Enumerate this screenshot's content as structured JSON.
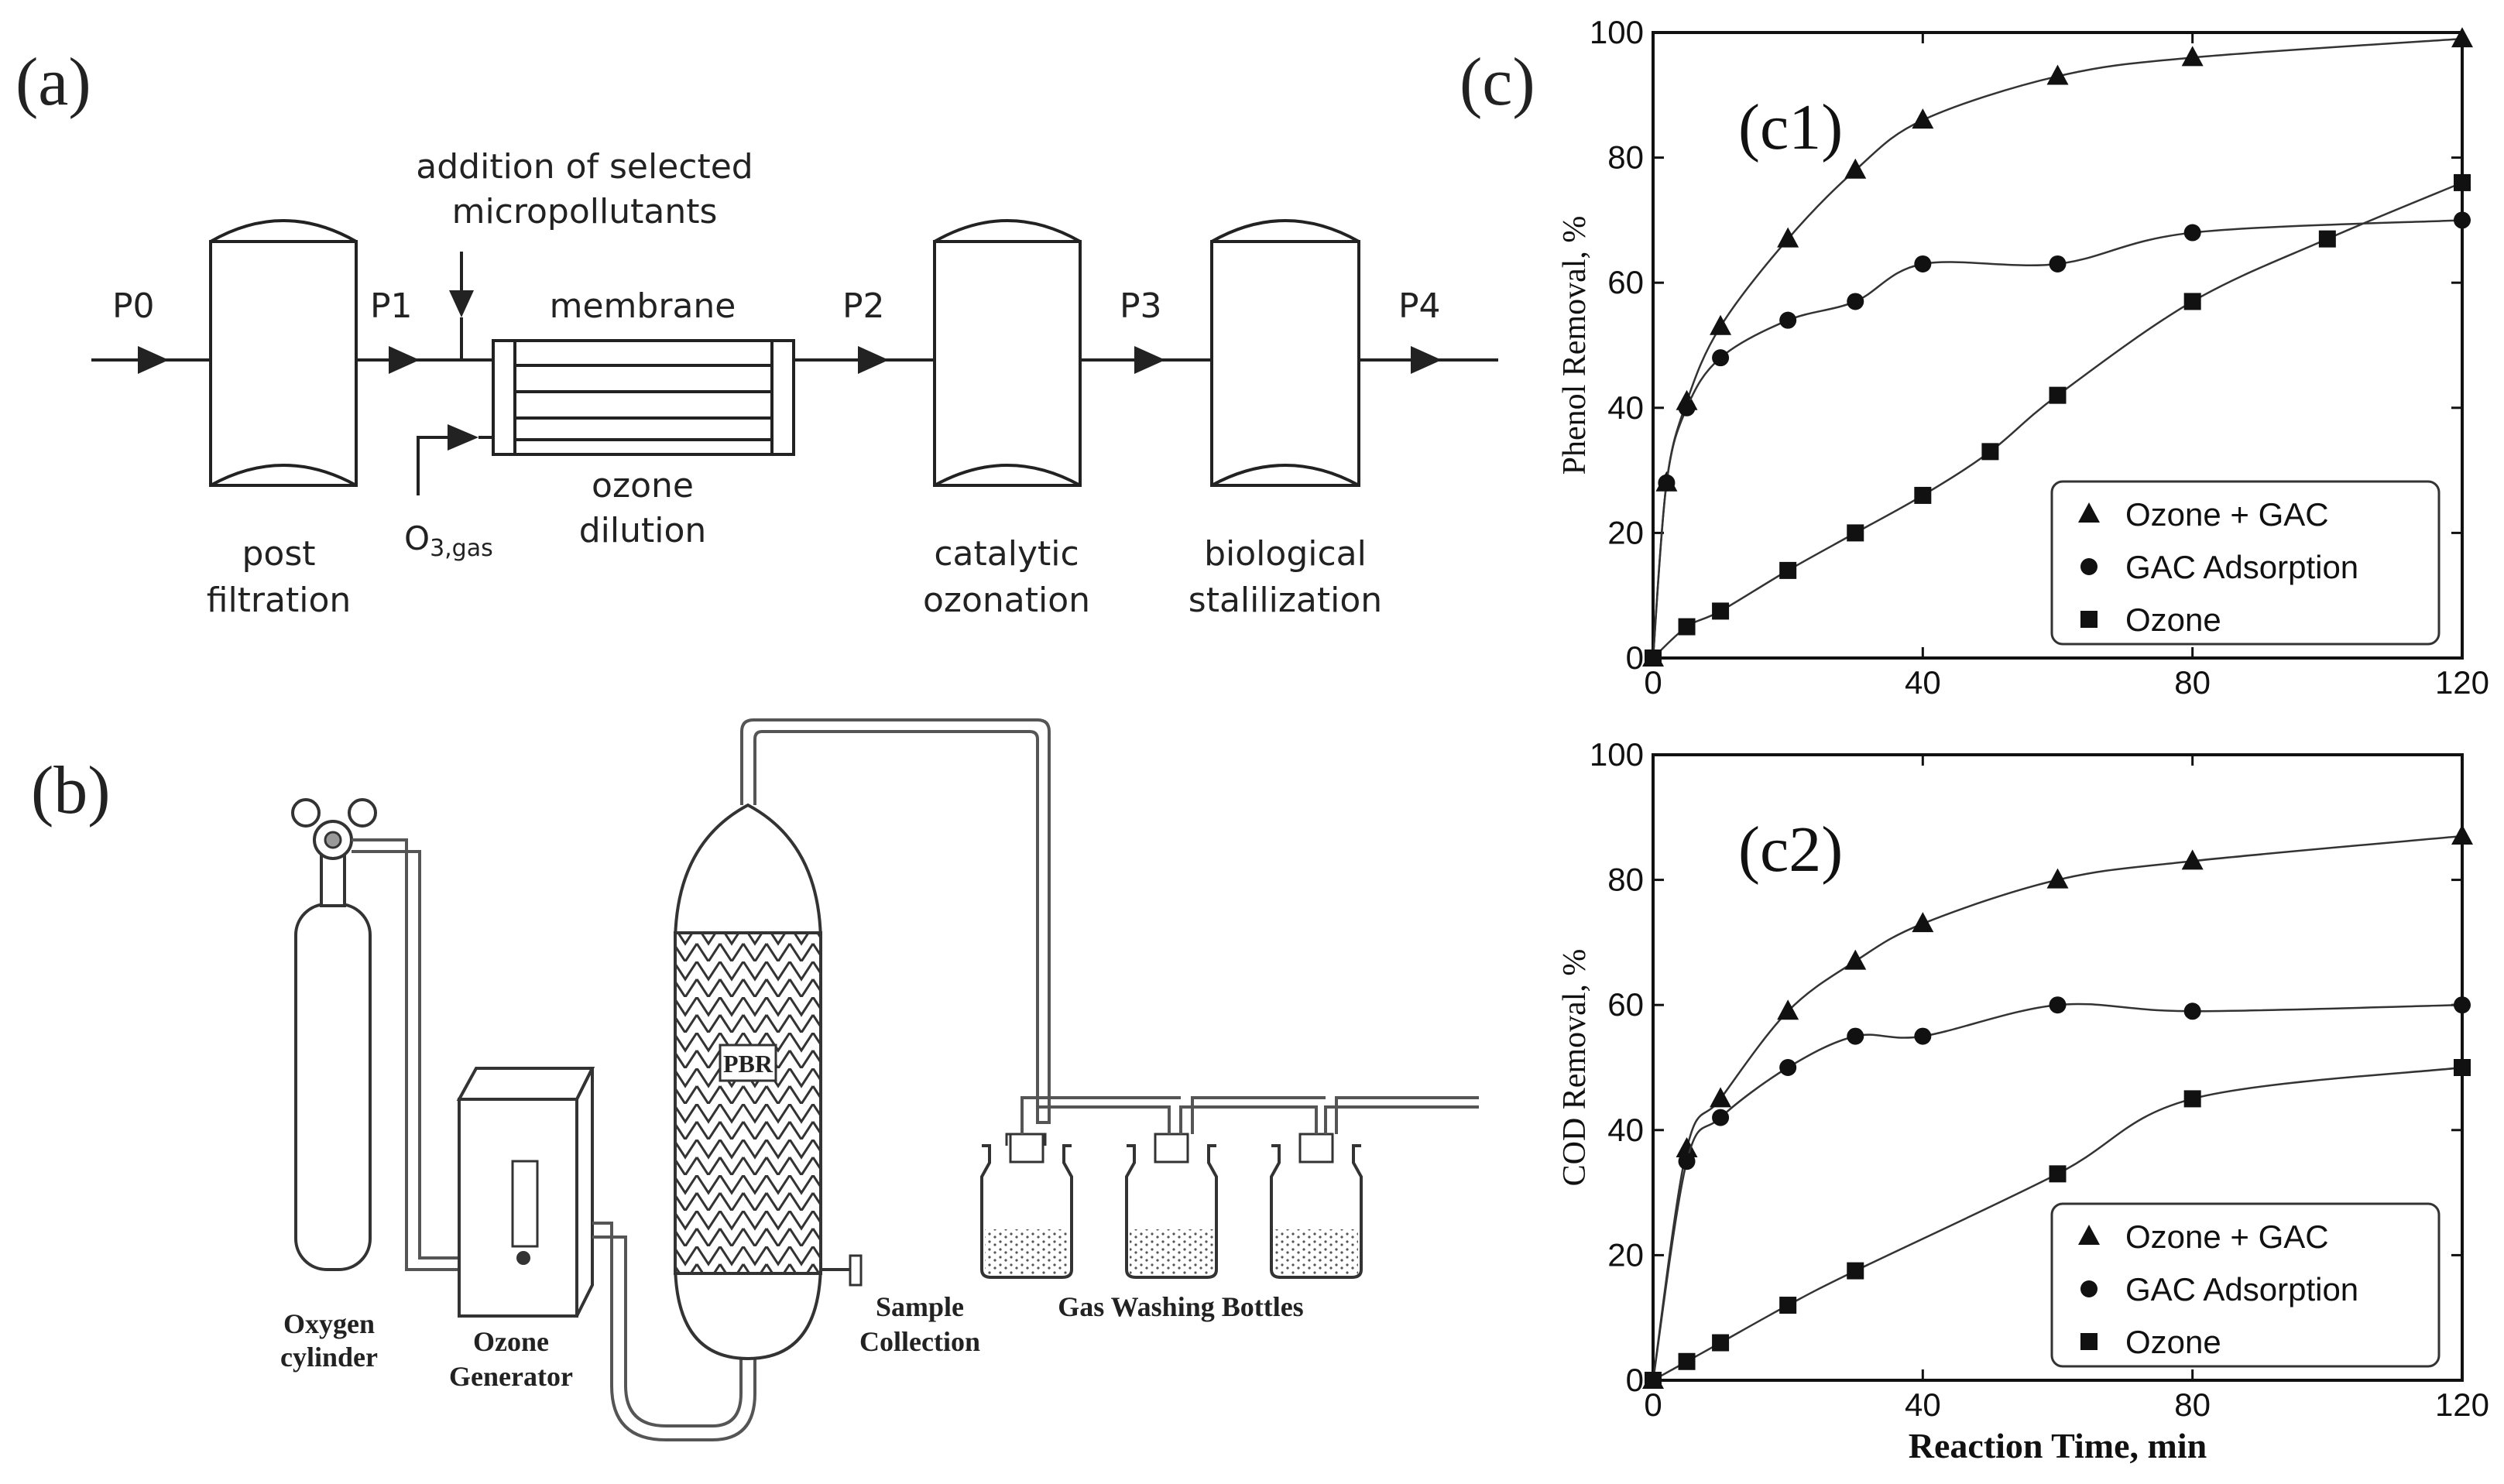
{
  "panel_a": {
    "label": "(a)",
    "points": [
      "P0",
      "P1",
      "P2",
      "P3",
      "P4"
    ],
    "addition_line1": "addition of selected",
    "addition_line2": "micropollutants",
    "membrane": "membrane",
    "ozone_dilution_1": "ozone",
    "ozone_dilution_2": "dilution",
    "o3_main": "O",
    "o3_sub": "3,gas",
    "post_filtration_1": "post",
    "post_filtration_2": "filtration",
    "catalytic_1": "catalytic",
    "catalytic_2": "ozonation",
    "biological_1": "biological",
    "biological_2": "stalilization"
  },
  "panel_b": {
    "label": "(b)",
    "pbr": "PBR",
    "oxygen_1": "Oxygen",
    "oxygen_2": "cylinder",
    "ozone_gen_1": "Ozone",
    "ozone_gen_2": "Generator",
    "sample_1": "Sample",
    "sample_2": "Collection",
    "gas_washing": "Gas Washing Bottles"
  },
  "panel_c": {
    "label": "(c)",
    "c1_label": "(c1)",
    "c2_label": "(c2)"
  },
  "chart_data": [
    {
      "type": "line",
      "title": "(c1)",
      "xlabel": "",
      "ylabel": "Phenol Removal, %",
      "xlim": [
        0,
        120
      ],
      "ylim": [
        0,
        100
      ],
      "xticks": [
        0,
        40,
        80,
        120
      ],
      "yticks": [
        0,
        20,
        40,
        60,
        80,
        100
      ],
      "legend_position": "bottom-right",
      "series": [
        {
          "name": "Ozone + GAC",
          "marker": "triangle",
          "x": [
            0,
            2,
            5,
            10,
            20,
            30,
            40,
            60,
            80,
            120
          ],
          "y": [
            0,
            28,
            41,
            53,
            67,
            78,
            86,
            93,
            96,
            99
          ]
        },
        {
          "name": "GAC Adsorption",
          "marker": "circle",
          "x": [
            0,
            2,
            5,
            10,
            20,
            30,
            40,
            60,
            80,
            120
          ],
          "y": [
            0,
            28,
            40,
            48,
            54,
            57,
            63,
            63,
            68,
            70
          ]
        },
        {
          "name": "Ozone",
          "marker": "square",
          "x": [
            0,
            5,
            10,
            20,
            30,
            40,
            50,
            60,
            80,
            100,
            120
          ],
          "y": [
            0,
            5,
            7.5,
            14,
            20,
            26,
            33,
            42,
            57,
            67,
            76
          ]
        }
      ]
    },
    {
      "type": "line",
      "title": "(c2)",
      "xlabel": "Reaction Time, min",
      "ylabel": "COD Removal, %",
      "xlim": [
        0,
        120
      ],
      "ylim": [
        0,
        100
      ],
      "xticks": [
        0,
        40,
        80,
        120
      ],
      "yticks": [
        0,
        20,
        40,
        60,
        80,
        100
      ],
      "legend_position": "bottom-right",
      "series": [
        {
          "name": "Ozone + GAC",
          "marker": "triangle",
          "x": [
            0,
            5,
            10,
            20,
            30,
            40,
            60,
            80,
            120
          ],
          "y": [
            0,
            37,
            45,
            59,
            67,
            73,
            80,
            83,
            87
          ]
        },
        {
          "name": "GAC Adsorption",
          "marker": "circle",
          "x": [
            0,
            5,
            10,
            20,
            30,
            40,
            60,
            80,
            120
          ],
          "y": [
            0,
            35,
            42,
            50,
            55,
            55,
            60,
            59,
            60
          ]
        },
        {
          "name": "Ozone",
          "marker": "square",
          "x": [
            0,
            5,
            10,
            20,
            30,
            60,
            80,
            120
          ],
          "y": [
            0,
            3,
            6,
            12,
            17.5,
            33,
            45,
            50
          ]
        }
      ]
    }
  ]
}
